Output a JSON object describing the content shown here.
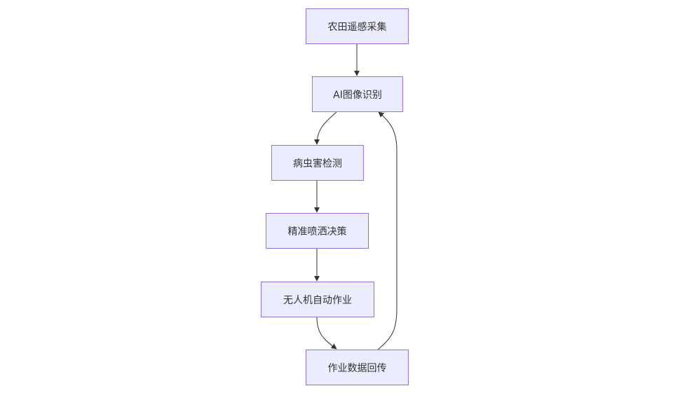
{
  "diagram": {
    "type": "flowchart",
    "direction": "top-down",
    "colors": {
      "node_fill": "#ececff",
      "node_border": "#9370db",
      "edge": "#333333",
      "text": "#333333"
    },
    "nodes": [
      {
        "id": "n1",
        "label": "农田遥感采集"
      },
      {
        "id": "n2",
        "label": "AI图像识别"
      },
      {
        "id": "n3",
        "label": "病虫害检测"
      },
      {
        "id": "n4",
        "label": "精准喷洒决策"
      },
      {
        "id": "n5",
        "label": "无人机自动作业"
      },
      {
        "id": "n6",
        "label": "作业数据回传"
      }
    ],
    "edges": [
      {
        "from": "n1",
        "to": "n2"
      },
      {
        "from": "n2",
        "to": "n3"
      },
      {
        "from": "n3",
        "to": "n4"
      },
      {
        "from": "n4",
        "to": "n5"
      },
      {
        "from": "n5",
        "to": "n6"
      },
      {
        "from": "n6",
        "to": "n2"
      }
    ]
  }
}
